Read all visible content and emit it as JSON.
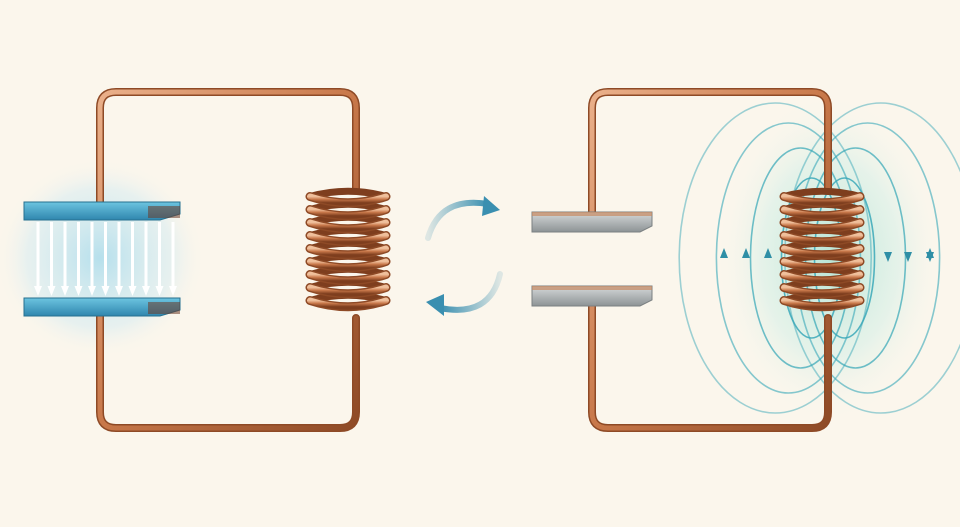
{
  "diagram": {
    "description_visible_text": [],
    "circuits": [
      {
        "id": "left",
        "state": "energy-in-capacitor-electric-field",
        "capacitor_field": "electric",
        "inductor_field": "none"
      },
      {
        "id": "right",
        "state": "energy-in-inductor-magnetic-field",
        "capacitor_field": "none",
        "inductor_field": "magnetic"
      }
    ],
    "transition": "cyclic-exchange",
    "colors": {
      "background": "#fbf6ec",
      "copper": "#c8784a",
      "copper_dark": "#8e4a26",
      "copper_light": "#eab08a",
      "electric_field": "#5bb8d8",
      "capacitor_plate_charged": "#3c9cc4",
      "capacitor_plate_neutral": "#a9aeb0",
      "magnetic_field": "#3aa8b8",
      "cycle_arrow": "#3a8fb0"
    },
    "icons": [
      "cycle-arrow-icon",
      "field-arrow-icon"
    ]
  }
}
